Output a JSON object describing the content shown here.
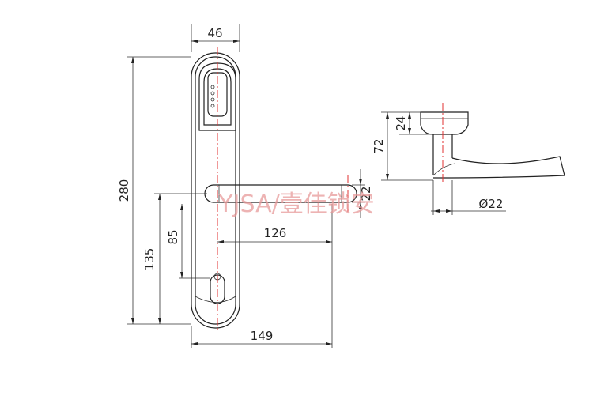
{
  "drawing": {
    "dimensions": {
      "plate_width": "46",
      "plate_height": "280",
      "handle_to_keyhole": "85",
      "keyhole_to_bottom": "135",
      "lever_length_inner": "126",
      "lever_length_total": "149",
      "lever_thickness": "22",
      "rose_height": "24",
      "projection": "72",
      "diameter": "Ø22"
    },
    "watermark": "YJSA/壹佳锁安",
    "colors": {
      "line": "#222222",
      "centerline": "#e03030",
      "watermark": "#e89a9a"
    }
  }
}
